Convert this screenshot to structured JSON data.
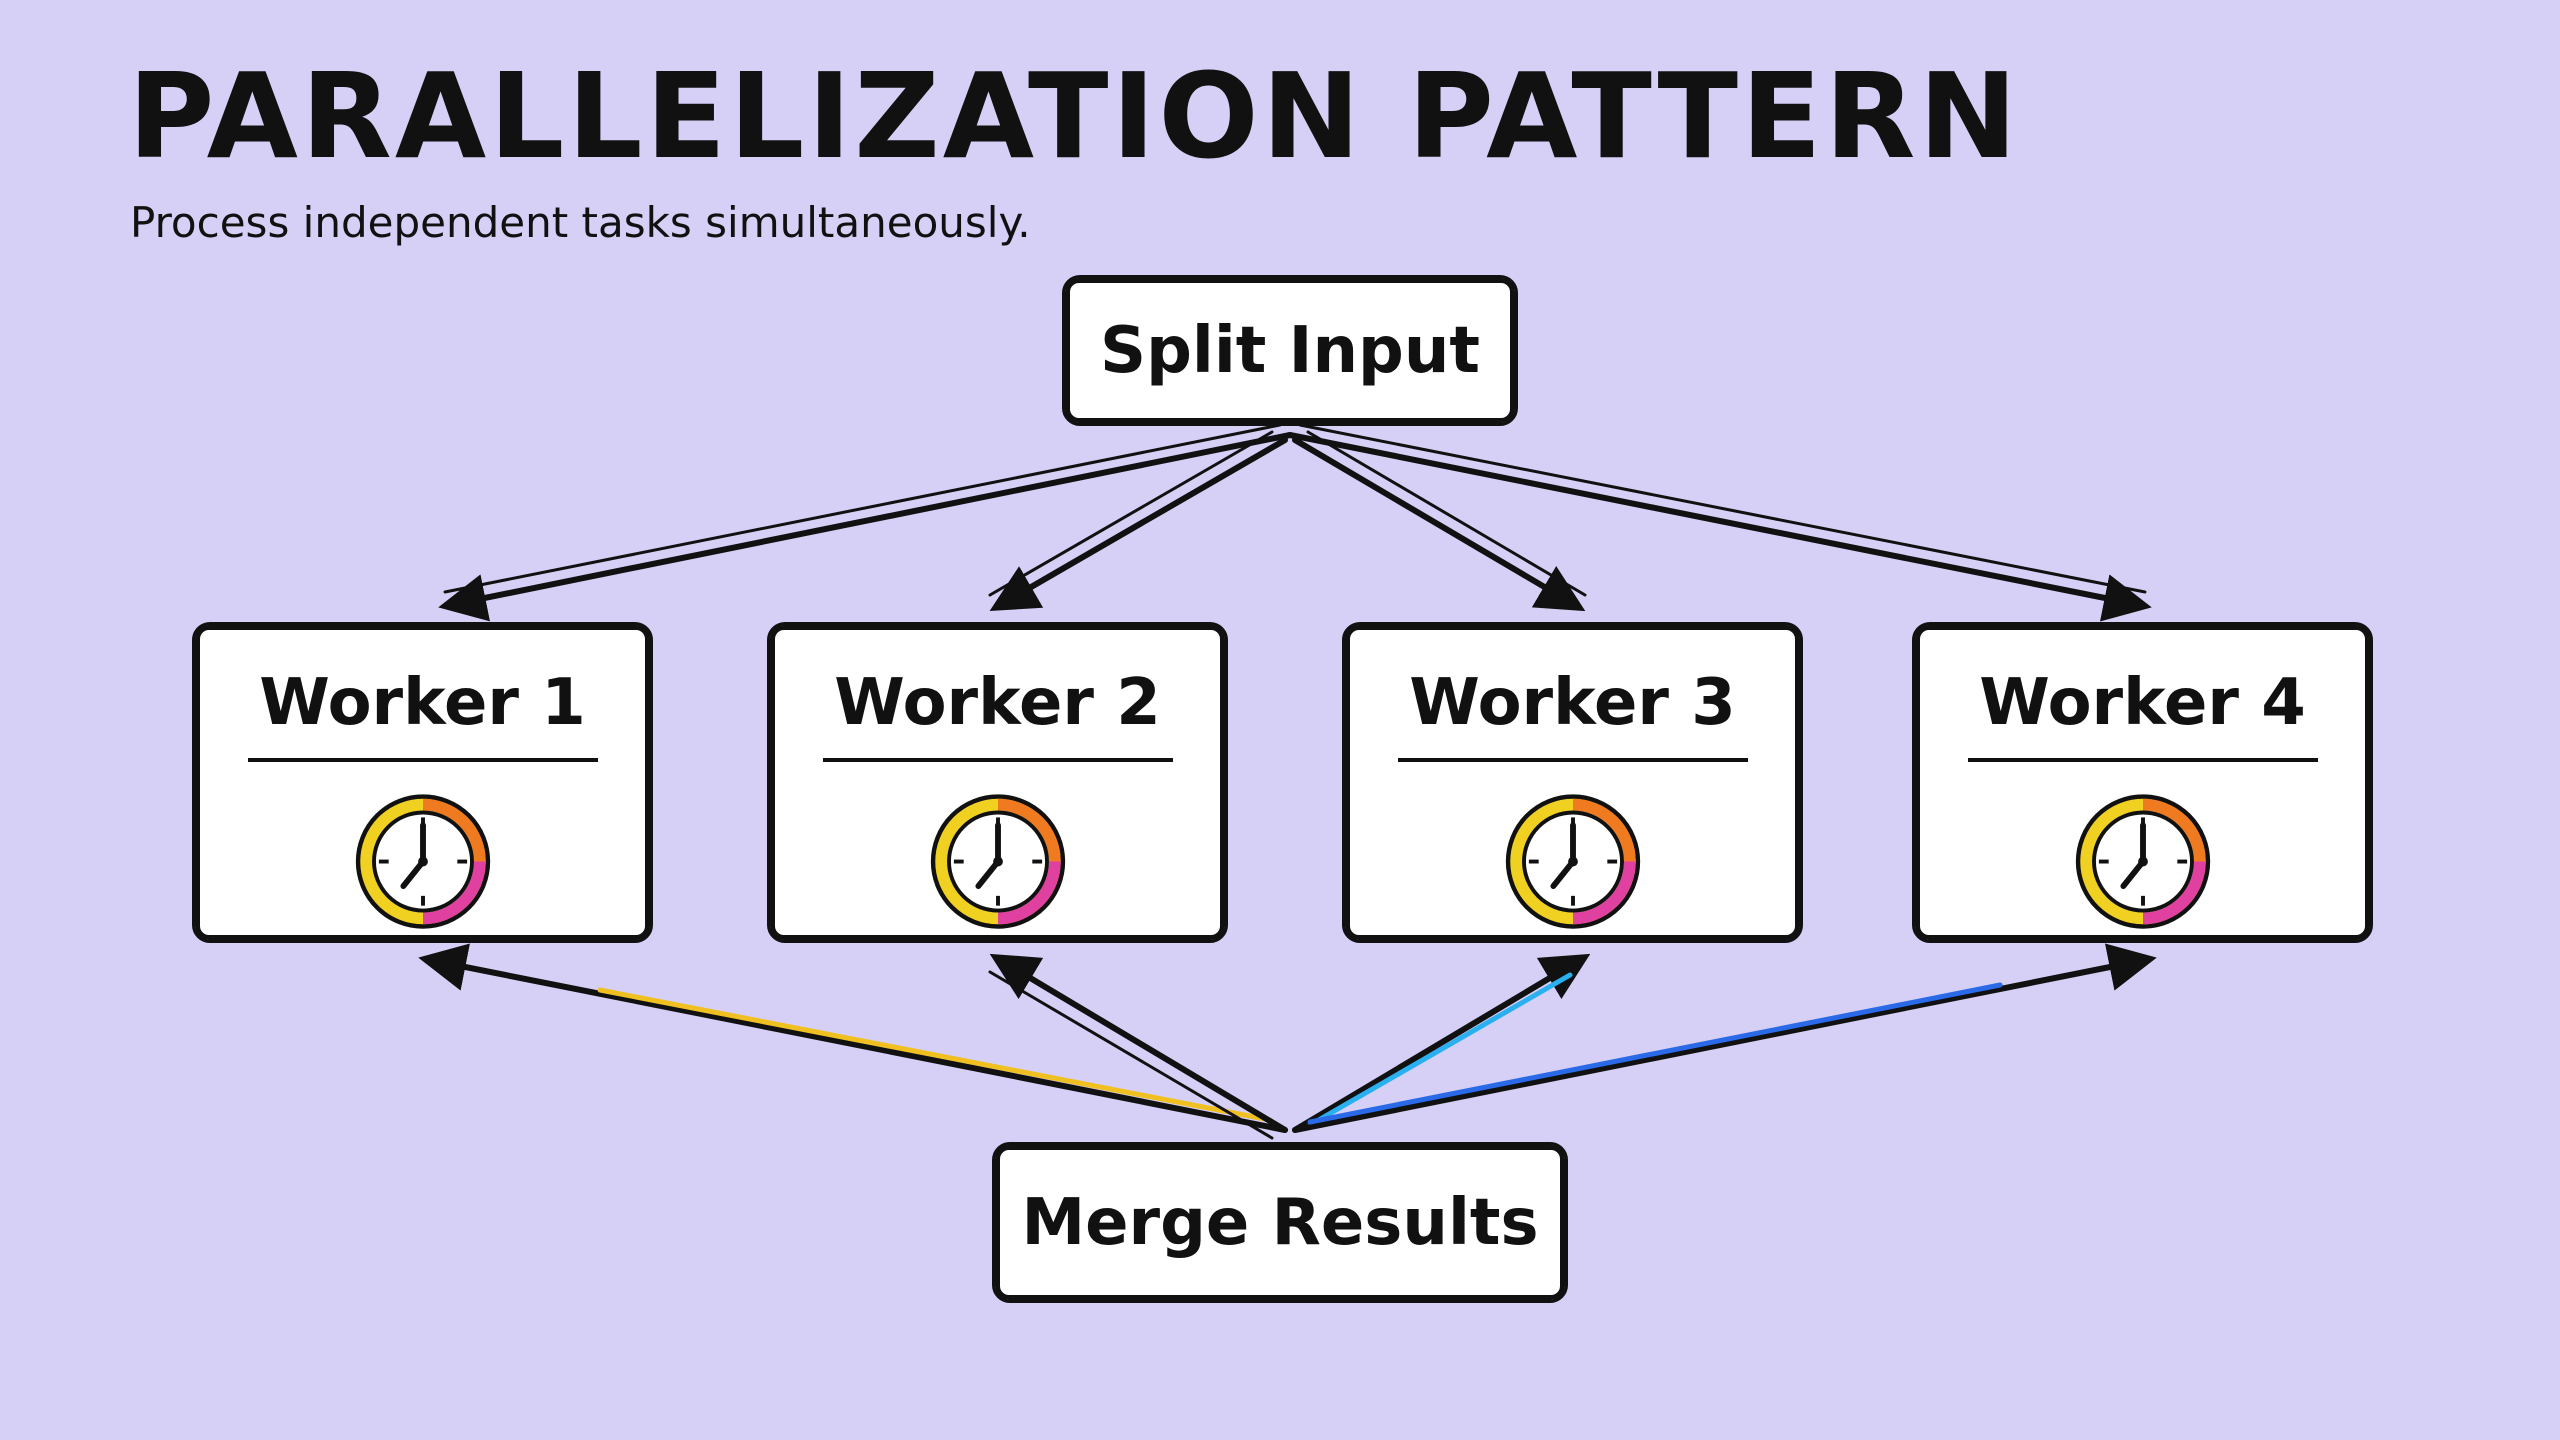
{
  "title": "PARALLELIZATION PATTERN",
  "subtitle": "Process independent tasks simultaneously.",
  "nodes": {
    "split": {
      "label": "Split Input",
      "accent": "#e040c8"
    },
    "merge": {
      "label": "Merge Results",
      "accent": "#f2553a"
    },
    "workers": [
      {
        "label": "Worker 1",
        "accent": "#d8d024",
        "icon": "clock-icon"
      },
      {
        "label": "Worker 2",
        "accent": "#2aa0e8",
        "icon": "clock-icon"
      },
      {
        "label": "Worker 3",
        "accent": "#27b39a",
        "icon": "clock-icon"
      },
      {
        "label": "Worker 4",
        "accent": "#3a3ad8",
        "icon": "clock-icon"
      }
    ]
  },
  "colors": {
    "background": "#d6d0f7",
    "stroke": "#111111",
    "clock_rim": [
      "#f0d020",
      "#f07a20",
      "#e040a0"
    ]
  }
}
